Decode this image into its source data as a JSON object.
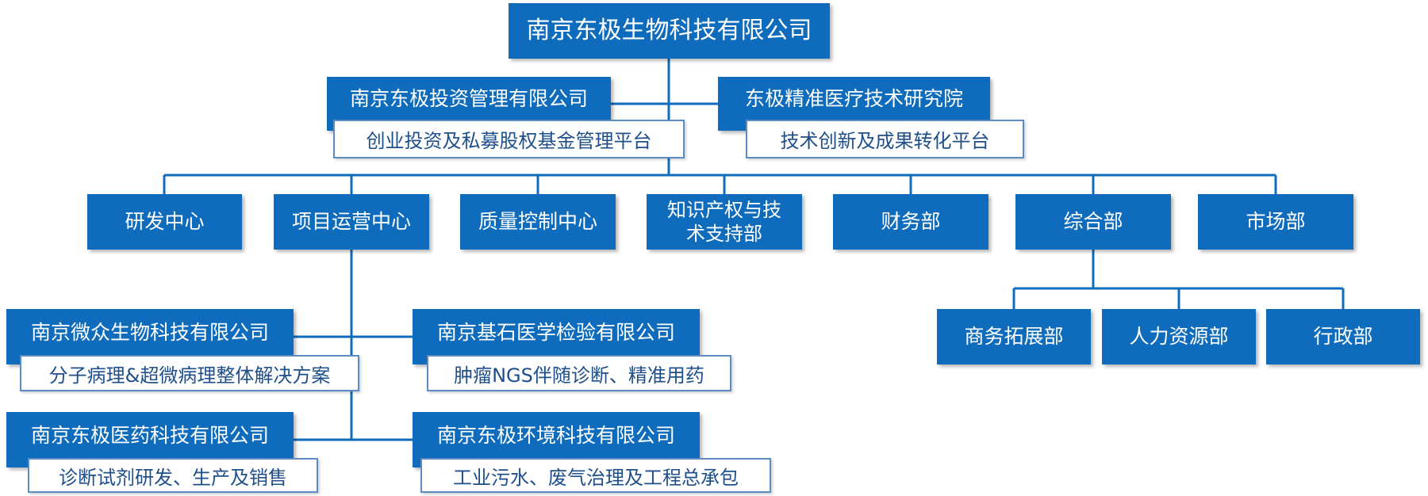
{
  "root": "南京东极生物科技有限公司",
  "affiliates": [
    {
      "name": "南京东极投资管理有限公司",
      "desc": "创业投资及私募股权基金管理平台"
    },
    {
      "name": "东极精准医疗技术研究院",
      "desc": "技术创新及成果转化平台"
    }
  ],
  "departments": [
    "研发中心",
    "项目运营中心",
    "质量控制中心",
    "知识产权与技\n术支持部",
    "财务部",
    "综合部",
    "市场部"
  ],
  "project_companies": [
    {
      "name": "南京微众生物科技有限公司",
      "desc": "分子病理&超微病理整体解决方案"
    },
    {
      "name": "南京基石医学检验有限公司",
      "desc": "肿瘤NGS伴随诊断、精准用药"
    },
    {
      "name": "南京东极医药科技有限公司",
      "desc": "诊断试剂研发、生产及销售"
    },
    {
      "name": "南京东极环境科技有限公司",
      "desc": "工业污水、废气治理及工程总承包"
    }
  ],
  "general_subdepartments": [
    "商务拓展部",
    "人力资源部",
    "行政部"
  ],
  "colors": {
    "box": "#0f6cbd",
    "line": "#0f6cbd",
    "sub_border": "#5b8cc4",
    "sub_text": "#1e4f8a"
  }
}
